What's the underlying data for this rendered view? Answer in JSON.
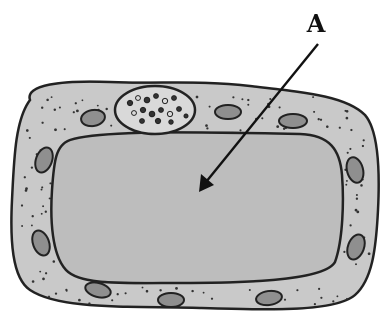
{
  "diagram": {
    "label": "A",
    "colors": {
      "background": "#ffffff",
      "cell_wall_fill": "#c9c9c9",
      "vacuole_fill": "#bdbdbd",
      "outline": "#222222",
      "chloroplast_fill": "#8f8f8f",
      "nucleus_fill": "#d9d9d9",
      "dot": "#333333"
    },
    "parts": [
      "cell-wall",
      "cytoplasm",
      "large-vacuole",
      "nucleus",
      "chloroplasts",
      "pointer-arrow"
    ]
  }
}
